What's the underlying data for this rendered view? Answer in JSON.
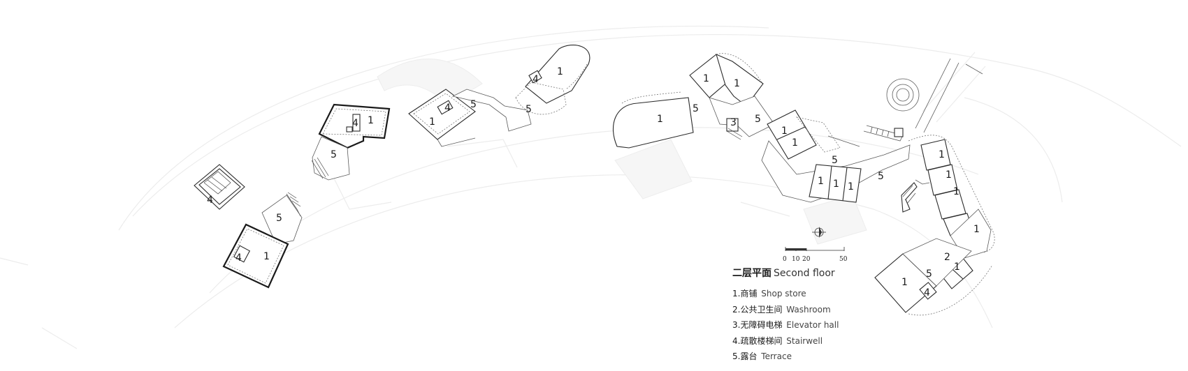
{
  "legend": {
    "title_zh": "二层平面",
    "title_en": "Second floor",
    "items": [
      {
        "zh": "1.商铺",
        "en": "Shop store"
      },
      {
        "zh": "2.公共卫生间",
        "en": "Washroom"
      },
      {
        "zh": "3.无障碍电梯",
        "en": "Elevator hall"
      },
      {
        "zh": "4.疏散楼梯间",
        "en": "Stairwell"
      },
      {
        "zh": "5.露台",
        "en": "Terrace"
      }
    ]
  },
  "scale_bar": {
    "ticks": [
      "0",
      "10",
      "20",
      "50"
    ]
  },
  "zone_labels": {
    "shop": "1",
    "washroom": "2",
    "elevator": "3",
    "stair": "4",
    "terrace": "5"
  }
}
